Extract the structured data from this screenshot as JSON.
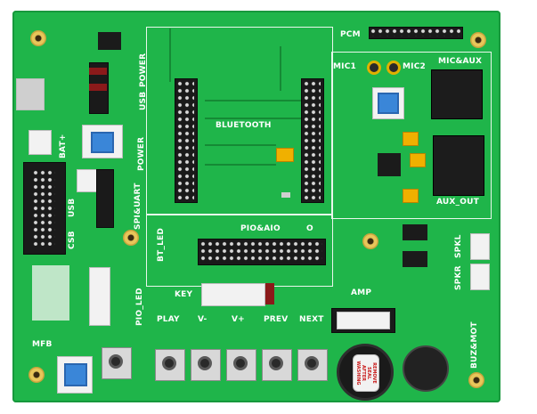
{
  "labels": {
    "pcm": "PCM",
    "mic1": "MIC1",
    "mic2": "MIC2",
    "mic_aux": "MIC&AUX",
    "usb_power": "USB_POWER",
    "power": "POWER",
    "bat": "BAT+",
    "bluetooth": "BLUETOOTH",
    "spi_uart": "SPI&UART",
    "usb": "USB",
    "csb": "CSB",
    "aux_out": "AUX_OUT",
    "bt_led": "BT_LED",
    "pio_aio": "PIO&AIO",
    "pio_aio_mark": "O",
    "spkr_l": "SPKL",
    "spkr_r": "SPKR",
    "pio_led": "PIO_LED",
    "key": "KEY",
    "amp": "AMP",
    "play": "PLAY",
    "vminus": "V-",
    "vplus": "V+",
    "prev": "PREV",
    "next": "NEXT",
    "mfb": "MFB",
    "buz_mot": "BUZ&MOT",
    "buzzer_text": "REMOVE SEAL AFTER WASHING"
  },
  "colors": {
    "board": "#1fb54a",
    "silkscreen": "#ffffff",
    "header": "#1a1a1a",
    "button_cap": "#3a86d8",
    "capacitor": "#f0b000"
  }
}
